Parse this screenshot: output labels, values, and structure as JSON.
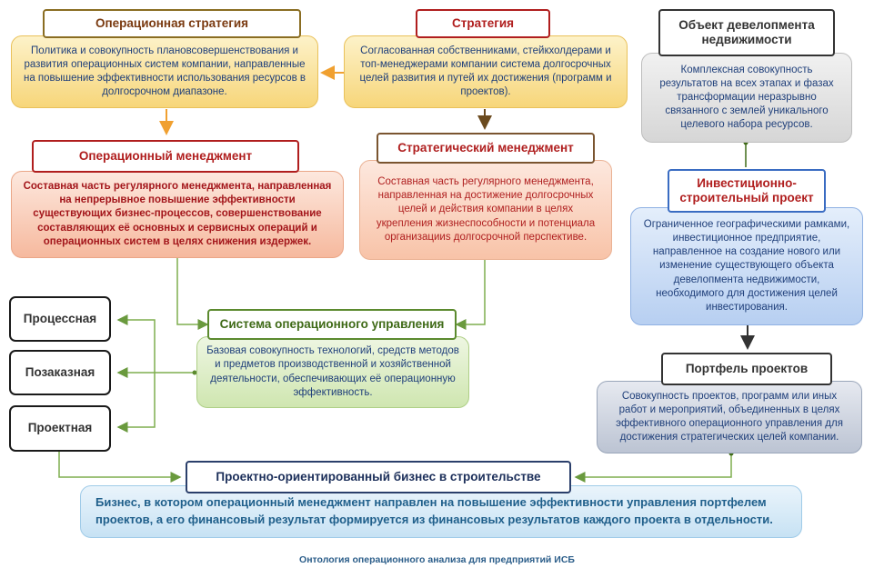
{
  "nodes": {
    "op_strategy": {
      "title": "Операционная стратегия",
      "text": "Политика и совокупность плановсовершенствования и развития операционных систем компании, направленные на повышение эффективности использования ресурсов в долгосрочном диапазоне."
    },
    "strategy": {
      "title": "Стратегия",
      "text": "Согласованная собственниками, стейкхолдерами и топ-менеджерами компании система долгосрочных целей развития и путей их достижения (программ и проектов)."
    },
    "dev_object": {
      "title": "Объект девелопмента недвижимости",
      "text": "Комплексная совокупность результатов на всех этапах и фазах трансформации неразрывно связанного с землей уникального целевого набора ресурсов."
    },
    "op_management": {
      "title": "Операционный менеджмент",
      "text": "Составная часть регулярного менеджмента, направленная на непрерывное повышение эффективности существующих бизнес-процессов, совершенствование составляющих её основных и сервисных операций и операционных систем в целях снижения издержек."
    },
    "strat_management": {
      "title": "Стратегический менеджмент",
      "text": "Составная часть регулярного менеджмента, направленная на достижение долгосрочных целей и действия компании в целях укрепления жизнеспособности и потенциала организацииs долгосрочной перспективе."
    },
    "invest_project": {
      "title": "Инвестиционно-строительный проект",
      "text": "Ограниченное географическими рамками, инвестиционное предприятие, направленное на создание нового или изменение существующего объекта девелопмента недвижимости, необходимого для достижения целей инвестирования."
    },
    "op_system": {
      "title": "Система операционного управления",
      "text": "Базовая совокупность технологий, средств методов и предметов производственной и хозяйственной деятельности, обеспечивающих её операционную эффективность."
    },
    "portfolio": {
      "title": "Портфель проектов",
      "text": "Совокупность проектов, программ или иных работ и мероприятий, объединенных в целях эффективного операционного управления для достижения стратегических целей компании."
    },
    "types": [
      "Процессная",
      "Позаказная",
      "Проектная"
    ],
    "po_business": {
      "title": "Проектно-ориентированный бизнес в строительстве",
      "text": "Бизнес, в котором операционный менеджмент направлен на повышение эффективности управления портфелем проектов, а его финансовый результат формируется из финансовых результатов каждого проекта в отдельности."
    }
  },
  "caption": "Онтология операционного анализа для предприятий ИСБ",
  "colors": {
    "arrow_orange": "#f0a030",
    "arrow_brown": "#6b4a1e",
    "arrow_green": "#7fae4e",
    "arrow_dark": "#333333"
  }
}
